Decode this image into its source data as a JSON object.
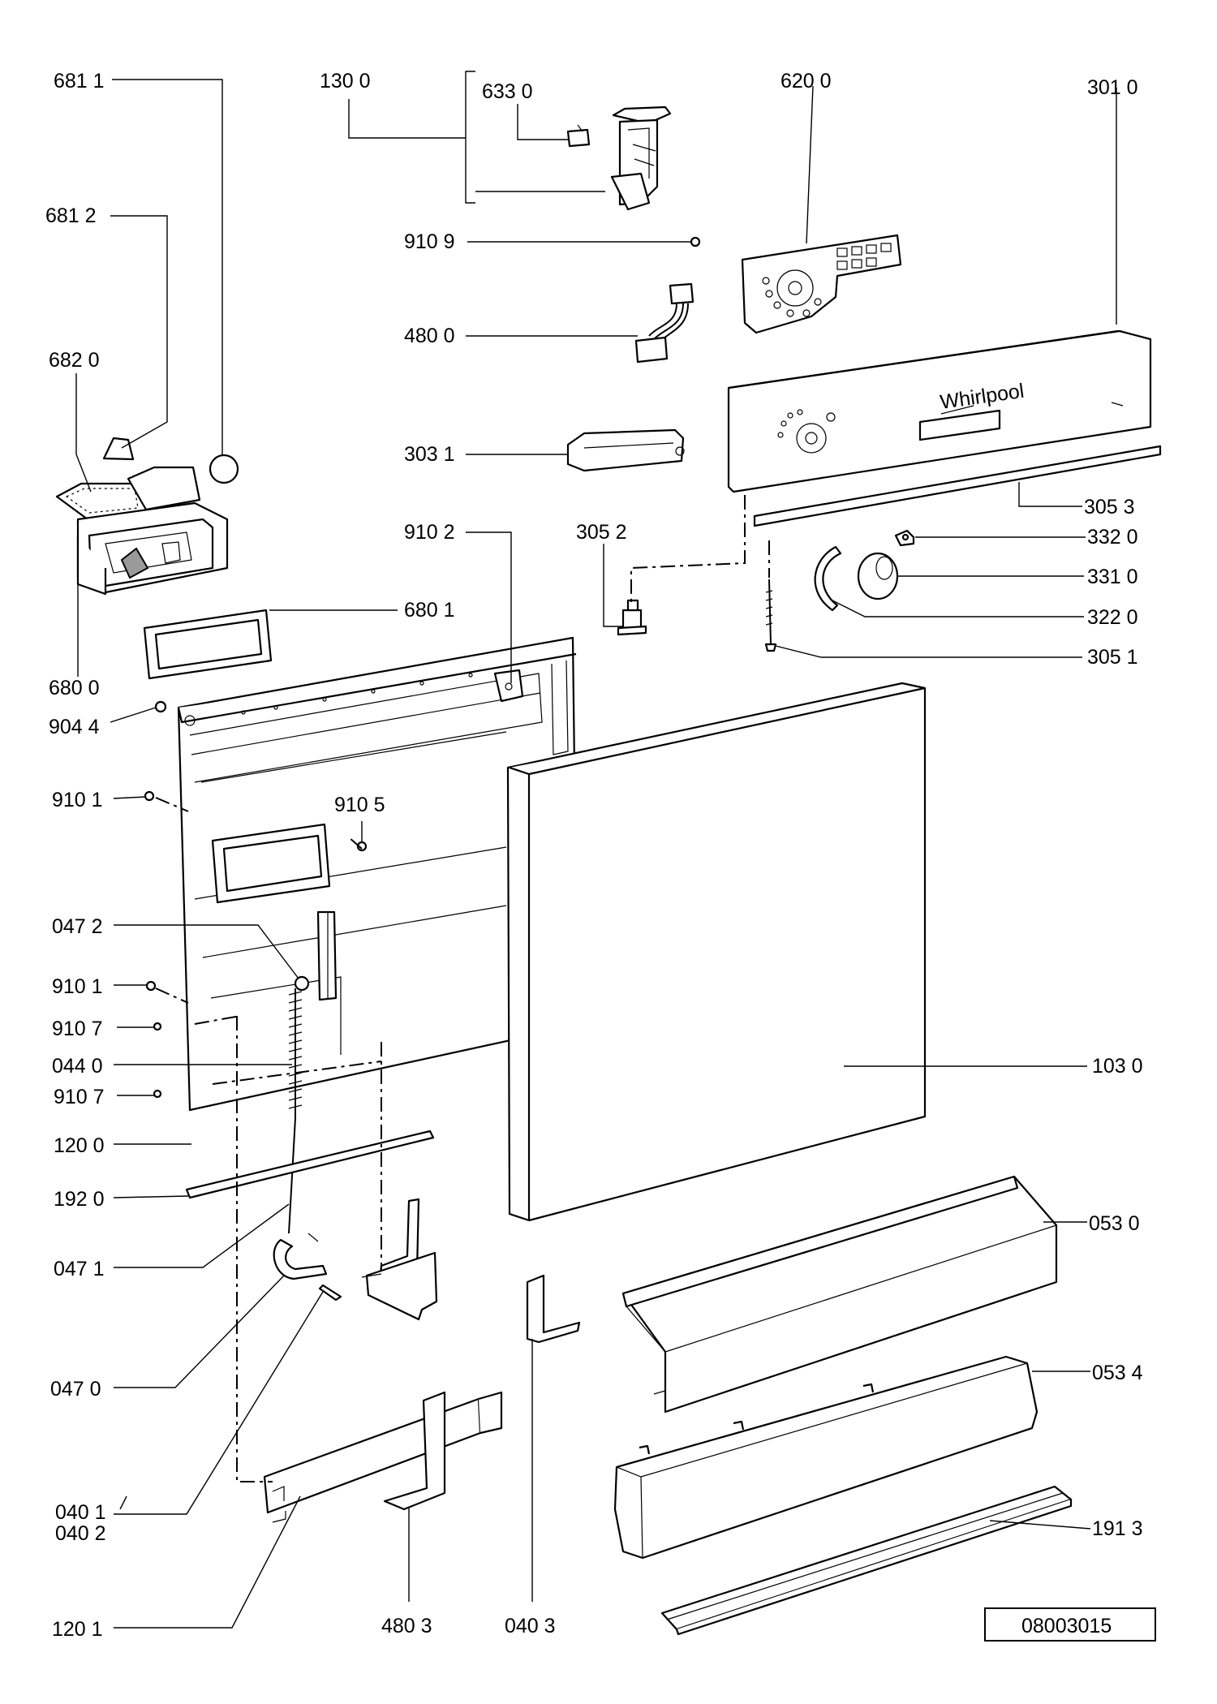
{
  "diagram": {
    "drawing_number": "08003015",
    "callouts": [
      {
        "id": "c6811",
        "label": "681 1"
      },
      {
        "id": "c1300",
        "label": "130 0"
      },
      {
        "id": "c6330",
        "label": "633 0"
      },
      {
        "id": "c6200",
        "label": "620 0"
      },
      {
        "id": "c3010",
        "label": "301 0"
      },
      {
        "id": "c6812",
        "label": "681 2"
      },
      {
        "id": "c9109",
        "label": "910 9"
      },
      {
        "id": "c4800",
        "label": "480 0"
      },
      {
        "id": "c6820",
        "label": "682 0"
      },
      {
        "id": "c3031",
        "label": "303 1"
      },
      {
        "id": "c3053",
        "label": "305 3"
      },
      {
        "id": "c9102",
        "label": "910 2"
      },
      {
        "id": "c3052",
        "label": "305 2"
      },
      {
        "id": "c3320",
        "label": "332 0"
      },
      {
        "id": "c3310",
        "label": "331 0"
      },
      {
        "id": "c6801",
        "label": "680 1"
      },
      {
        "id": "c3220",
        "label": "322 0"
      },
      {
        "id": "c6800",
        "label": "680 0"
      },
      {
        "id": "c3051",
        "label": "305 1"
      },
      {
        "id": "c9044",
        "label": "904 4"
      },
      {
        "id": "c9101a",
        "label": "910 1"
      },
      {
        "id": "c9105",
        "label": "910 5"
      },
      {
        "id": "c0472",
        "label": "047 2"
      },
      {
        "id": "c9101b",
        "label": "910 1"
      },
      {
        "id": "c9107a",
        "label": "910 7"
      },
      {
        "id": "c0440",
        "label": "044 0"
      },
      {
        "id": "c1030",
        "label": "103 0"
      },
      {
        "id": "c9107b",
        "label": "910 7"
      },
      {
        "id": "c1200",
        "label": "120 0"
      },
      {
        "id": "c1920",
        "label": "192 0"
      },
      {
        "id": "c0530",
        "label": "053 0"
      },
      {
        "id": "c0471",
        "label": "047 1"
      },
      {
        "id": "c0534",
        "label": "053 4"
      },
      {
        "id": "c0470",
        "label": "047 0"
      },
      {
        "id": "c0401",
        "label": "040 1"
      },
      {
        "id": "c0402",
        "label": "040 2"
      },
      {
        "id": "c1913",
        "label": "191 3"
      },
      {
        "id": "c1201",
        "label": "120 1"
      },
      {
        "id": "c4803",
        "label": "480 3"
      },
      {
        "id": "c0403",
        "label": "040 3"
      }
    ]
  }
}
